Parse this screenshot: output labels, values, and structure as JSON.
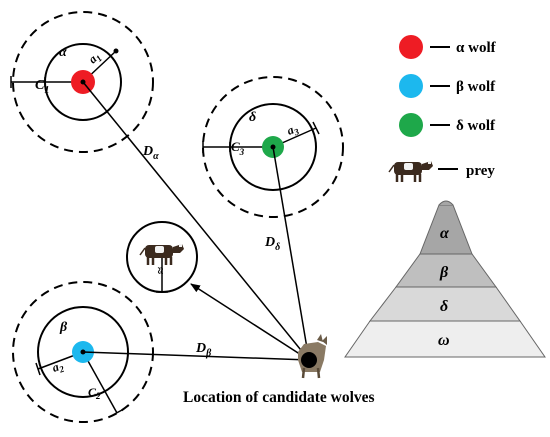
{
  "diagram": {
    "caption": "Location of candidate wolves",
    "legend": [
      {
        "key": "alpha",
        "label": "α wolf",
        "color": "#ee1c24",
        "icon": "red-dot-icon"
      },
      {
        "key": "beta",
        "label": "β wolf",
        "color": "#1cb8ee",
        "icon": "blue-dot-icon"
      },
      {
        "key": "delta",
        "label": "δ wolf",
        "color": "#1ea84a",
        "icon": "green-dot-icon"
      },
      {
        "key": "prey",
        "label": "prey",
        "icon": "cow-icon"
      }
    ],
    "wolves": {
      "alpha": {
        "symbol": "α",
        "coef": "C",
        "coef_sub": "1",
        "a_label": "a",
        "a_sub": "1",
        "distance": "D",
        "distance_sub": "α"
      },
      "beta": {
        "symbol": "β",
        "coef": "C",
        "coef_sub": "2",
        "a_label": "a",
        "a_sub": "2",
        "distance": "D",
        "distance_sub": "β"
      },
      "delta": {
        "symbol": "δ",
        "coef": "C",
        "coef_sub": "3",
        "a_label": "a",
        "a_sub": "3",
        "distance": "D",
        "distance_sub": "δ"
      }
    },
    "prey_circle_label": "≈",
    "hierarchy": [
      {
        "label": "α",
        "fill": "#a6a6a6"
      },
      {
        "label": "β",
        "fill": "#bfbfbf"
      },
      {
        "label": "δ",
        "fill": "#d9d9d9"
      },
      {
        "label": "ω",
        "fill": "#eeeeee"
      }
    ]
  }
}
